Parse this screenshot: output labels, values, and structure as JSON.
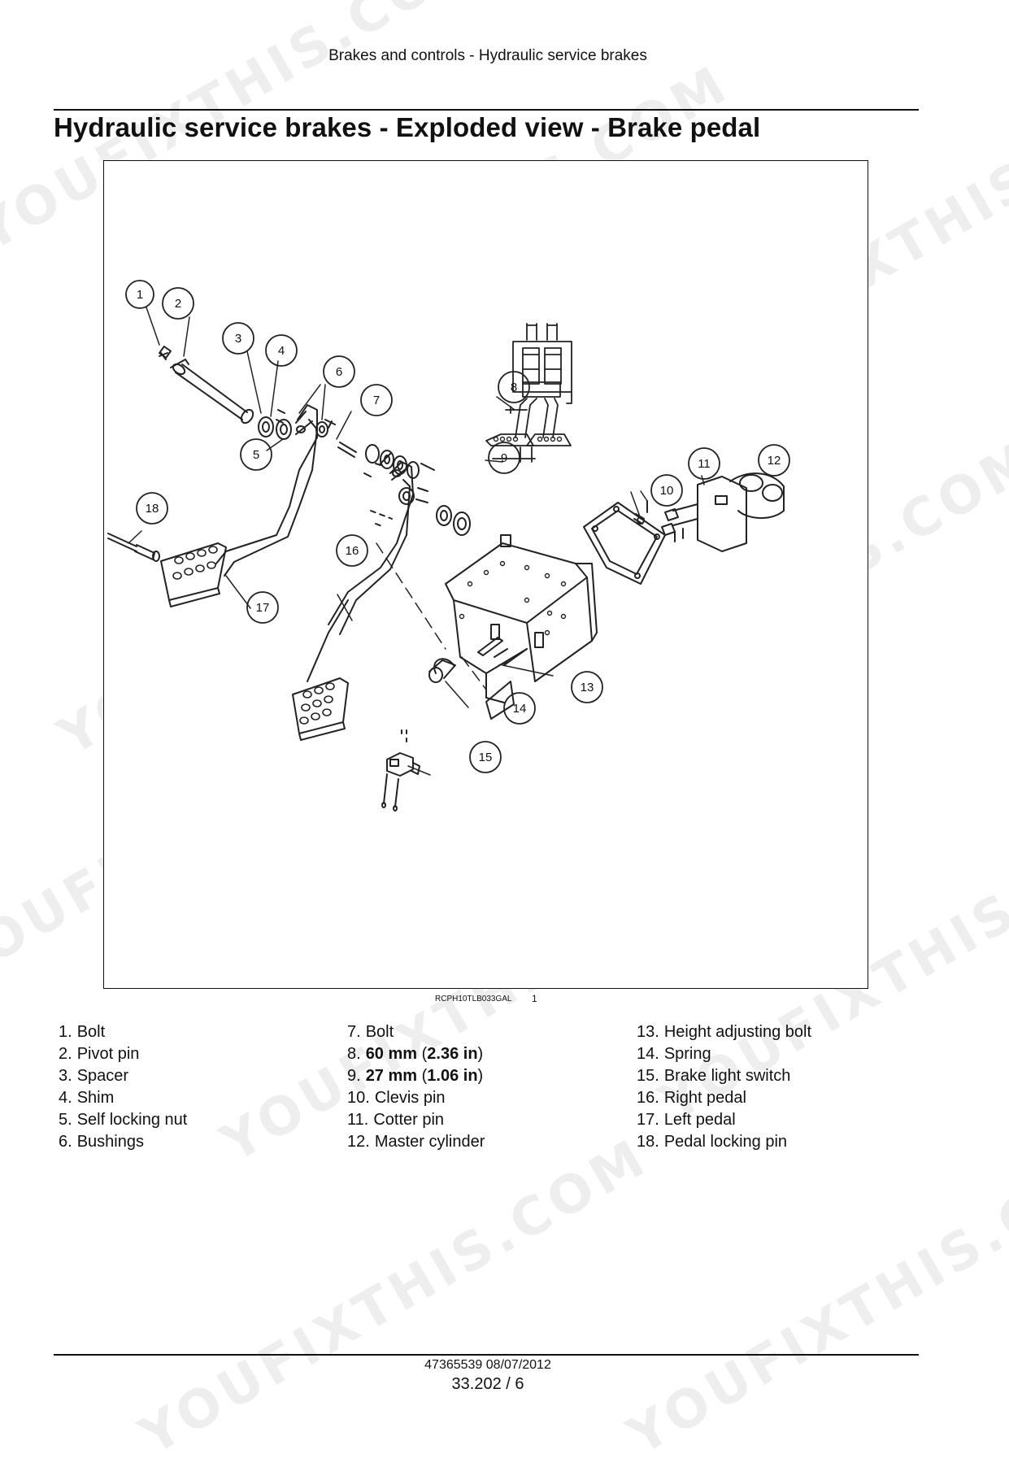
{
  "header": {
    "running_title": "Brakes and controls - Hydraulic service brakes"
  },
  "page_title": "Hydraulic service brakes - Exploded view - Brake pedal",
  "figure": {
    "code": "RCPH10TLB033GAL",
    "number": "1",
    "callouts": [
      "1",
      "2",
      "3",
      "4",
      "5",
      "6",
      "7",
      "8",
      "9",
      "10",
      "11",
      "12",
      "13",
      "14",
      "15",
      "16",
      "17",
      "18"
    ]
  },
  "legend": {
    "col1": [
      {
        "n": "1.",
        "text": "Bolt"
      },
      {
        "n": "2.",
        "text": "Pivot pin"
      },
      {
        "n": "3.",
        "text": "Spacer"
      },
      {
        "n": "4.",
        "text": "Shim"
      },
      {
        "n": "5.",
        "text": "Self locking nut"
      },
      {
        "n": "6.",
        "text": "Bushings"
      }
    ],
    "col2": [
      {
        "n": "7.",
        "text": "Bolt"
      },
      {
        "n": "8.",
        "bold1": "60 mm",
        "open": " (",
        "bold2": "2.36 in",
        "close": ")"
      },
      {
        "n": "9.",
        "bold1": "27 mm",
        "open": " (",
        "bold2": "1.06 in",
        "close": ")"
      },
      {
        "n": "10.",
        "text": "Clevis pin"
      },
      {
        "n": "11.",
        "text": "Cotter pin"
      },
      {
        "n": "12.",
        "text": "Master cylinder"
      }
    ],
    "col3": [
      {
        "n": "13.",
        "text": "Height adjusting bolt"
      },
      {
        "n": "14.",
        "text": "Spring"
      },
      {
        "n": "15.",
        "text": "Brake light switch"
      },
      {
        "n": "16.",
        "text": "Right pedal"
      },
      {
        "n": "17.",
        "text": "Left pedal"
      },
      {
        "n": "18.",
        "text": "Pedal locking pin"
      }
    ]
  },
  "footer": {
    "doc_ref": "47365539 08/07/2012",
    "page_ref": "33.202 / 6"
  },
  "watermark": "YOUFIXTHIS.COM"
}
